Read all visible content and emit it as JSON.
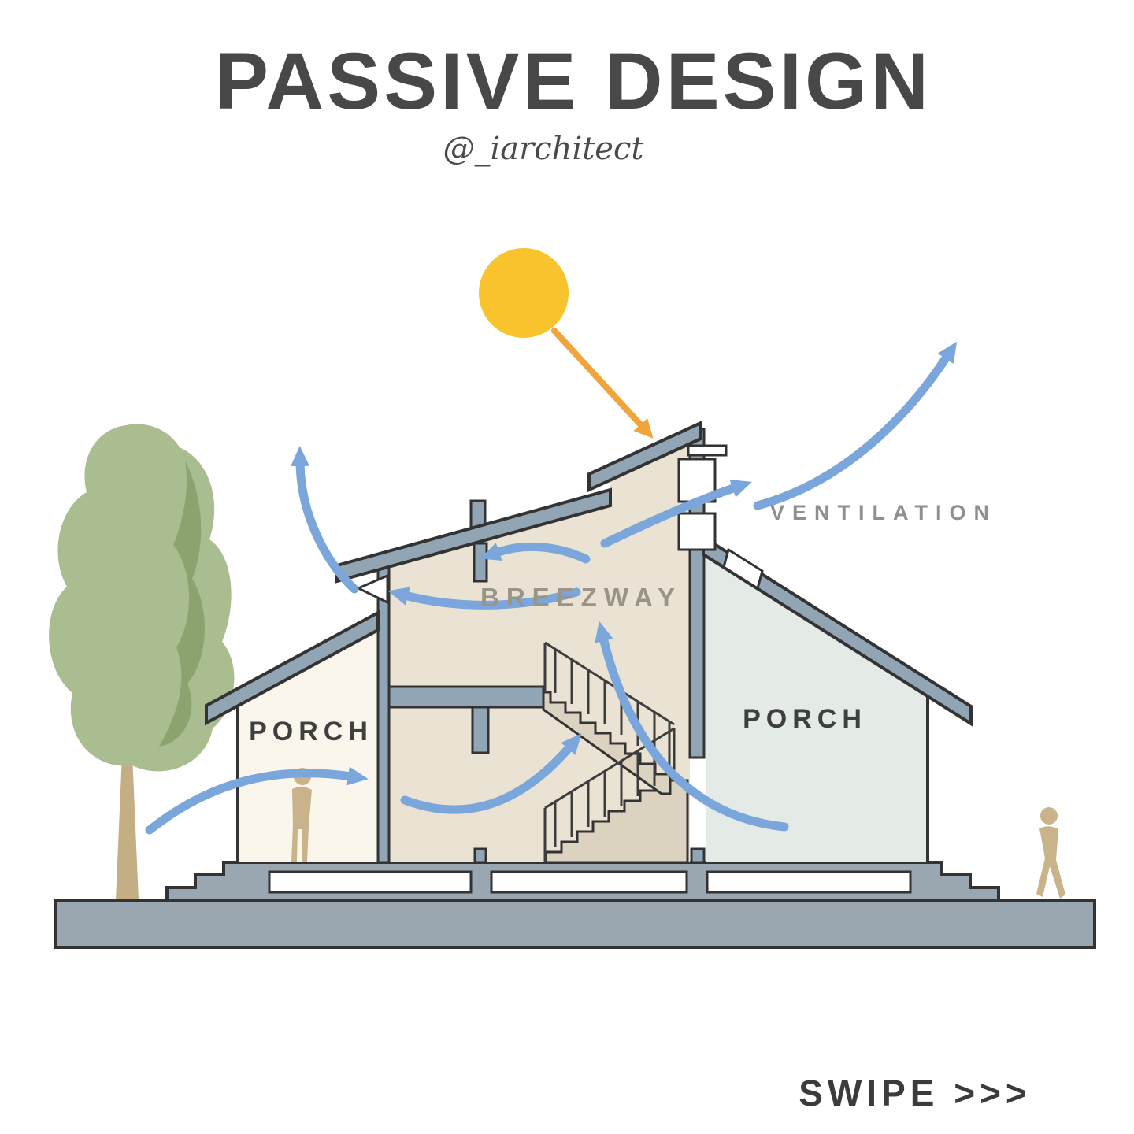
{
  "header": {
    "title": "PASSIVE DESIGN",
    "handle": "@_iarchitect"
  },
  "diagram": {
    "labels": {
      "ventilation": "VENTILATION",
      "breezway": "BREEZWAY",
      "porch_left": "PORCH",
      "porch_right": "PORCH"
    }
  },
  "footer": {
    "swipe": "SWIPE >>>"
  },
  "colors": {
    "sun": "#F8C32D",
    "sun_ray": "#F2A43C",
    "airflow": "#7AA6DB",
    "structure": "#92A5B4",
    "ground": "#9AA7B1",
    "interior": "#EAE2D3",
    "porch_left_fill": "#FBF6EC",
    "porch_right_fill": "#E4EAE6",
    "stairs": "#DCD2C0",
    "tree": "#A9BD90",
    "tree_shade": "#8CA26F",
    "figure": "#C8B38A",
    "outline": "#333333",
    "label_gray": "#8F8F8F",
    "text_dark": "#484848"
  }
}
